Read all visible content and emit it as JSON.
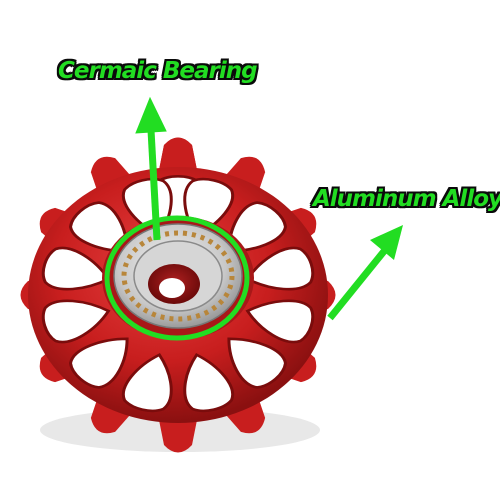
{
  "labels": {
    "bearing": "Cermaic Bearing",
    "alloy": "Aluminum Alloy"
  },
  "colors": {
    "label_fill": "#22dd22",
    "label_outline": "#0a0a0a",
    "arrow": "#22dd22",
    "pulley_red": "#c81e1e",
    "bearing_ring": "#b8b8b8"
  },
  "icons": {
    "product": "jockey-wheel-pulley"
  }
}
